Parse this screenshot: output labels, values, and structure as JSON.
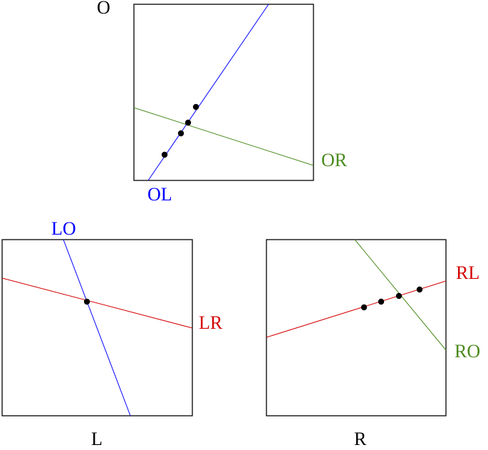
{
  "panels": {
    "O": {
      "title": "O",
      "line_labels": {
        "blue": "OL",
        "green": "OR"
      }
    },
    "L": {
      "title": "L",
      "line_labels": {
        "blue": "LO",
        "red": "LR"
      }
    },
    "R": {
      "title": "R",
      "line_labels": {
        "red": "RL",
        "green": "RO"
      }
    }
  },
  "colors": {
    "blue": "#0000ff",
    "green": "#4a8a1c",
    "red": "#d40000",
    "frame": "#000000",
    "dot": "#000000",
    "title": "#000000"
  }
}
